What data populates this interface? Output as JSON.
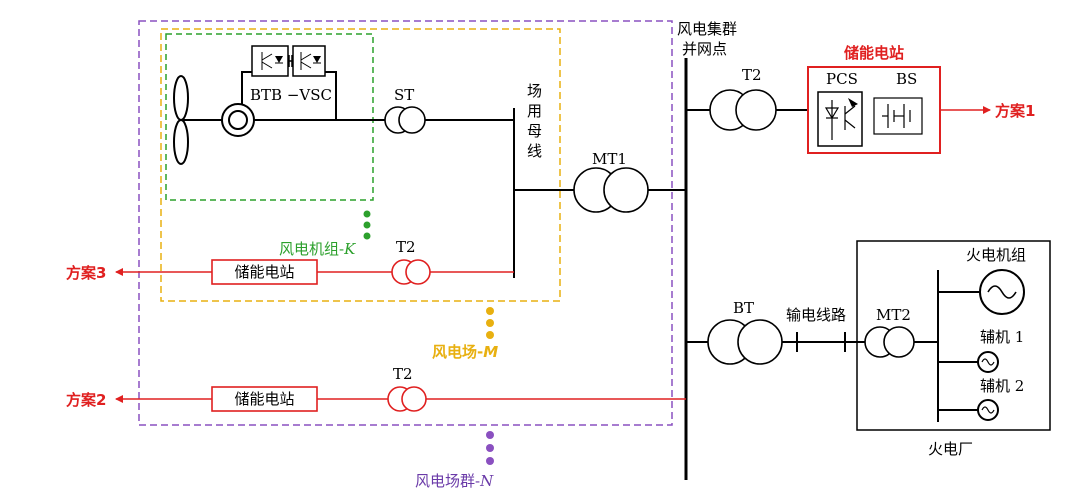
{
  "labels": {
    "cluster_grid_point_line1": "风电集群",
    "cluster_grid_point_line2": "并网点",
    "st": "ST",
    "btb_vsc": "BTB −VSC",
    "station_bus_1": "场",
    "station_bus_2": "用",
    "station_bus_3": "母",
    "station_bus_4": "线",
    "mt1": "MT1",
    "t2_top": "T2",
    "t2_wf": "T2",
    "t2_cluster": "T2",
    "bt": "BT",
    "transmission_line": "输电线路",
    "mt2": "MT2",
    "pcs": "PCS",
    "bs": "BS"
  },
  "storage": {
    "title": "储能电站",
    "scheme1": "方案1",
    "wf_box": "储能电站",
    "scheme3": "方案3",
    "cluster_box": "储能电站",
    "scheme2": "方案2"
  },
  "groups": {
    "turbine_prefix": "风电机组-",
    "turbine_var": "K",
    "farm_prefix": "风电场-",
    "farm_var": "M",
    "cluster_prefix": "风电场群-",
    "cluster_var": "N"
  },
  "thermal": {
    "unit": "火电机组",
    "aux1": "辅机 1",
    "aux2": "辅机 2",
    "plant": "火电厂"
  },
  "colors": {
    "turbine_group": "#2ca02c",
    "farm_group": "#e8b010",
    "cluster_group": "#8a50c0",
    "storage": "#e02020"
  }
}
